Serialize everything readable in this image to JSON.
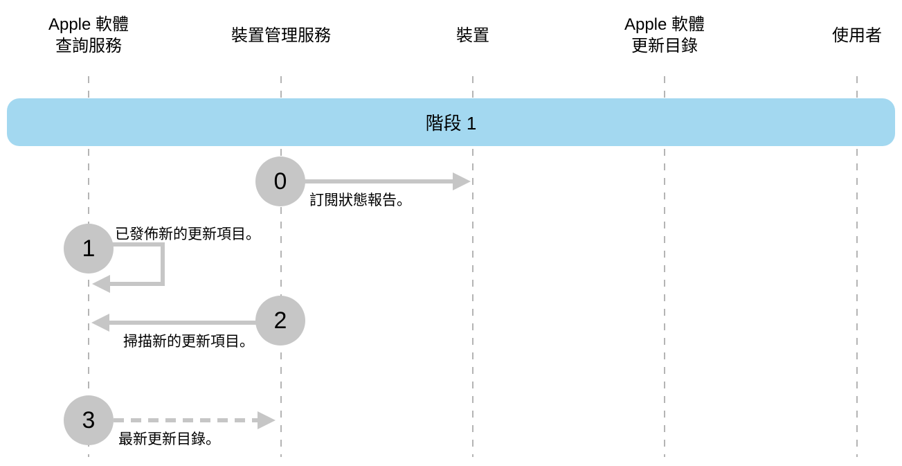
{
  "diagram": {
    "type": "sequence-diagram",
    "phase": {
      "label": "階段 1"
    }
  },
  "actors": [
    {
      "name": "Apple 軟體\n查詢服務"
    },
    {
      "name": "裝置管理服務"
    },
    {
      "name": "裝置"
    },
    {
      "name": "Apple 軟體\n更新目錄"
    },
    {
      "name": "使用者"
    }
  ],
  "steps": [
    {
      "number": "0",
      "label": "訂閱狀態報告。",
      "from": "裝置管理服務",
      "to": "裝置",
      "arrow": "solid-right"
    },
    {
      "number": "1",
      "label": "已發佈新的更新項目。",
      "from": "Apple 軟體查詢服務",
      "to": "Apple 軟體查詢服務",
      "arrow": "self-loop"
    },
    {
      "number": "2",
      "label": "掃描新的更新項目。",
      "from": "裝置管理服務",
      "to": "Apple 軟體查詢服務",
      "arrow": "solid-left"
    },
    {
      "number": "3",
      "label": "最新更新目錄。",
      "from": "Apple 軟體查詢服務",
      "to": "裝置管理服務",
      "arrow": "dashed-right"
    }
  ],
  "colors": {
    "phase_banner": "#a3d8f0",
    "step_circle": "#c6c6c6",
    "arrow": "#c6c6c6",
    "lifeline": "#b4b4b4",
    "text": "#000000"
  }
}
